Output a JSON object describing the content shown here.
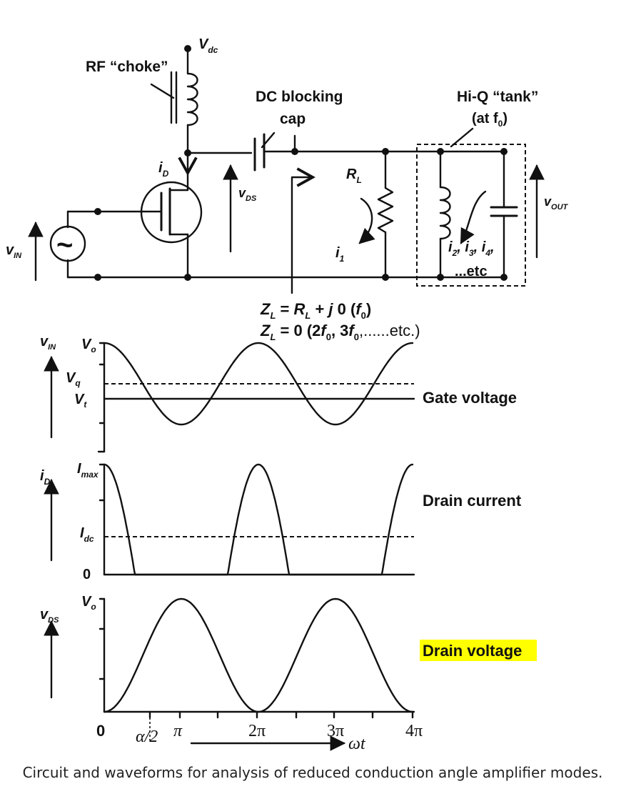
{
  "circuit": {
    "vdc_label": "V",
    "vdc_sub": "dc",
    "choke_label": "RF “choke”",
    "dc_block_label_line1": "DC blocking",
    "dc_block_label_line2": "cap",
    "tank_label_line1": "Hi-Q “tank”",
    "tank_label_line2": "(at f",
    "tank_label_sub": "0",
    "tank_label_close": ")",
    "id_label": "i",
    "id_sub": "D",
    "vds_label": "v",
    "vds_sub": "DS",
    "rl_label": "R",
    "rl_sub": "L",
    "vin_label": "v",
    "vin_sub": "IN",
    "vout_label": "v",
    "vout_sub": "OUT",
    "i1_label": "i",
    "i1_sub": "1",
    "harm_i2": "i",
    "harm_i2_sub": "2",
    "harm_i3": "i",
    "harm_i3_sub": "3",
    "harm_i4": "i",
    "harm_i4_sub": "4",
    "harm_etc": "...etc",
    "source_symbol": "~",
    "zl1_a": "Z",
    "zl1_sub": "L",
    "zl1_b": " = ",
    "zl1_c": "R",
    "zl1_csub": "L",
    "zl1_d": " + ",
    "zl1_e": "j",
    "zl1_f": " 0  (",
    "zl1_g": "f",
    "zl1_gsub": "0",
    "zl1_h": ")",
    "zl2_a": "Z",
    "zl2_sub": "L",
    "zl2_b": " = 0 (2",
    "zl2_c": "f",
    "zl2_csub": "0",
    "zl2_d": ", 3",
    "zl2_e": "f",
    "zl2_esub": "0",
    "zl2_f": ",......etc.)"
  },
  "waveforms": {
    "gate": {
      "ylabel": "v",
      "ylabel_sub": "IN",
      "vo": "V",
      "vo_sub": "o",
      "vq": "V",
      "vq_sub": "q",
      "vt": "V",
      "vt_sub": "t",
      "title": "Gate voltage"
    },
    "drain_current": {
      "ylabel": "i",
      "ylabel_sub": "D",
      "imax": "I",
      "imax_sub": "max",
      "idc": "I",
      "idc_sub": "dc",
      "zero": "0",
      "title": "Drain current"
    },
    "drain_voltage": {
      "ylabel": "v",
      "ylabel_sub": "DS",
      "vo": "V",
      "vo_sub": "o",
      "title": "Drain voltage",
      "highlight_color": "#ffff00"
    },
    "x_ticks": [
      "0",
      "α/2",
      "π",
      "2π",
      "3π",
      "4π"
    ],
    "x_axis_label": "ωt"
  },
  "caption": "Circuit and waveforms for analysis of reduced conduction angle amplifier modes."
}
